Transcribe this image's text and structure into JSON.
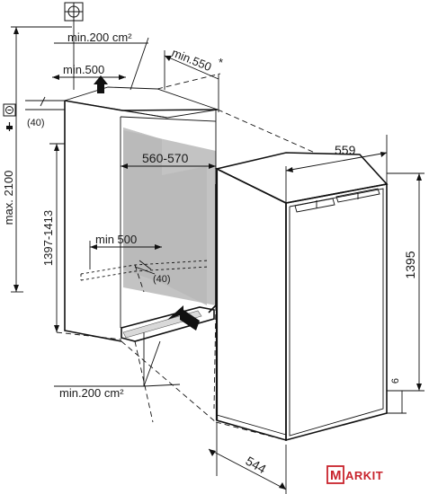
{
  "dimensions": {
    "ventilation_top": "min.200 cm²",
    "depth_min": "min.550",
    "depth_star": "*",
    "top_gap_min": "min.500",
    "niche_height_max": "max. 2100",
    "offset_top": "(40)",
    "niche_width": "560-570",
    "niche_height": "1397-1413",
    "bottom_gap_min": "min 500",
    "offset_bottom": "(40)",
    "ventilation_bottom": "min.200 cm²",
    "appliance_width": "559",
    "appliance_height": "1395",
    "plinth_height": "6",
    "appliance_depth": "544"
  },
  "icons": {
    "socket": "power-socket-icon",
    "symmetry": "symmetry-mark-icon"
  },
  "logo": {
    "letter": "M",
    "text": "ARKIT",
    "color": "#c8232c"
  }
}
